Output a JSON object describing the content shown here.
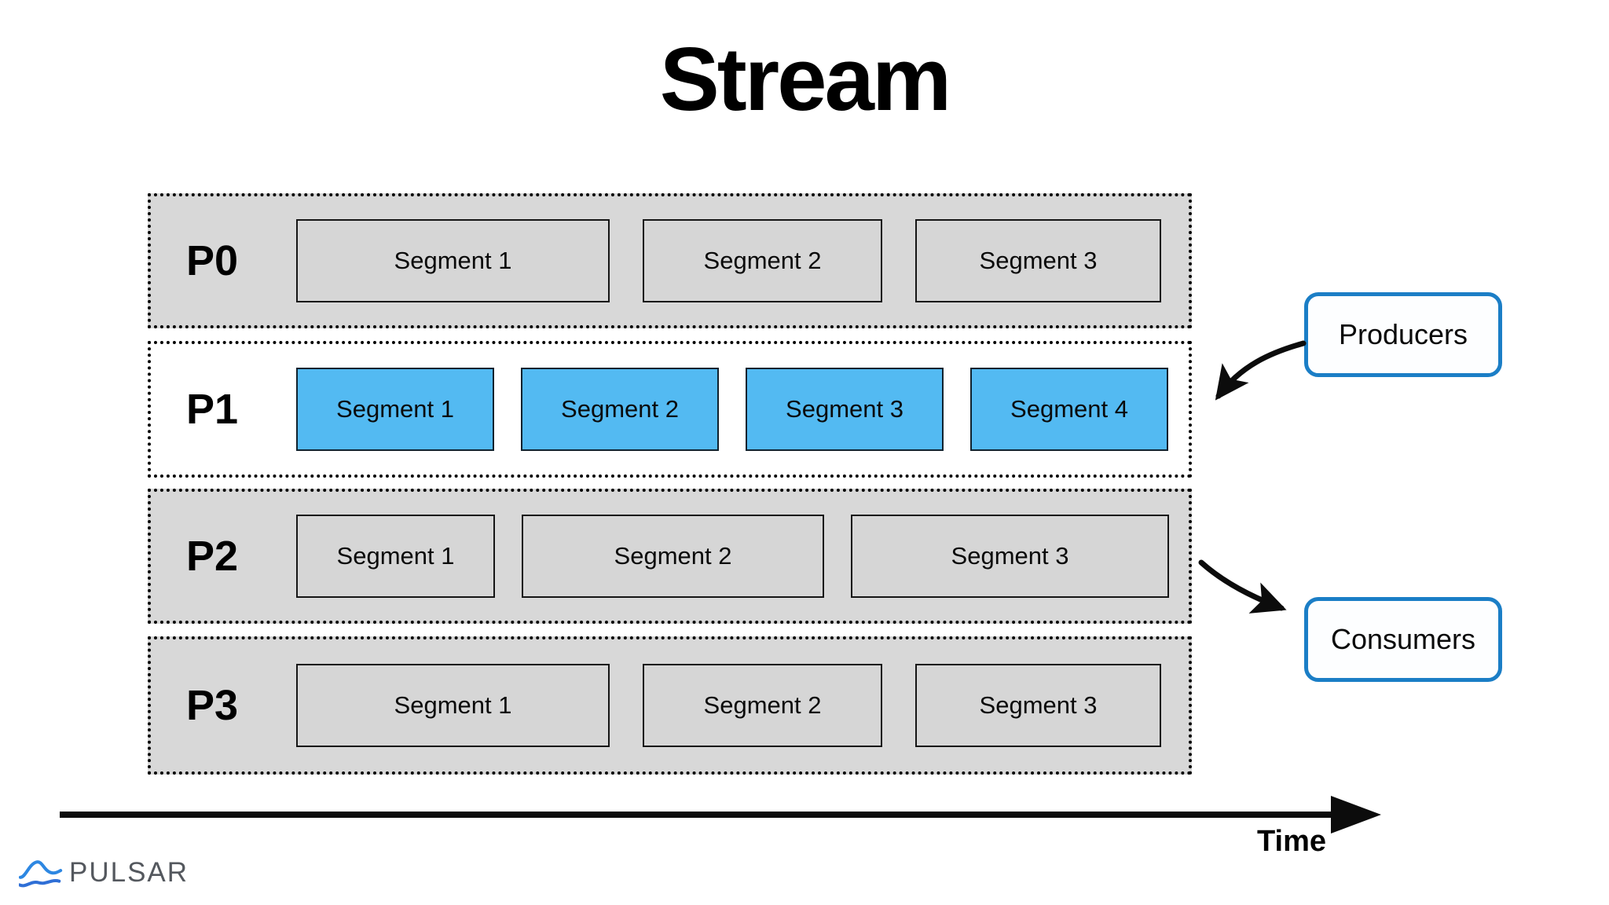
{
  "title": "Stream",
  "partitions": [
    {
      "label": "P0",
      "highlighted": false,
      "segments": [
        "Segment 1",
        "Segment 2",
        "Segment 3"
      ]
    },
    {
      "label": "P1",
      "highlighted": true,
      "segments": [
        "Segment 1",
        "Segment 2",
        "Segment 3",
        "Segment 4"
      ]
    },
    {
      "label": "P2",
      "highlighted": false,
      "segments": [
        "Segment 1",
        "Segment 2",
        "Segment 3"
      ]
    },
    {
      "label": "P3",
      "highlighted": false,
      "segments": [
        "Segment 1",
        "Segment 2",
        "Segment 3"
      ]
    }
  ],
  "annotations": {
    "producers": "Producers",
    "consumers": "Consumers"
  },
  "time_axis": {
    "label": "Time"
  },
  "logo": {
    "wordmark": "PULSAR"
  },
  "colors": {
    "row_gray": "#d8d8d8",
    "segment_gray": "#d6d6d6",
    "highlight_blue": "#53baf2",
    "box_border_blue": "#1b7ec6",
    "ink": "#0c0c0c",
    "logo_blue": "#2d87e2",
    "logo_gray": "#54585e"
  }
}
